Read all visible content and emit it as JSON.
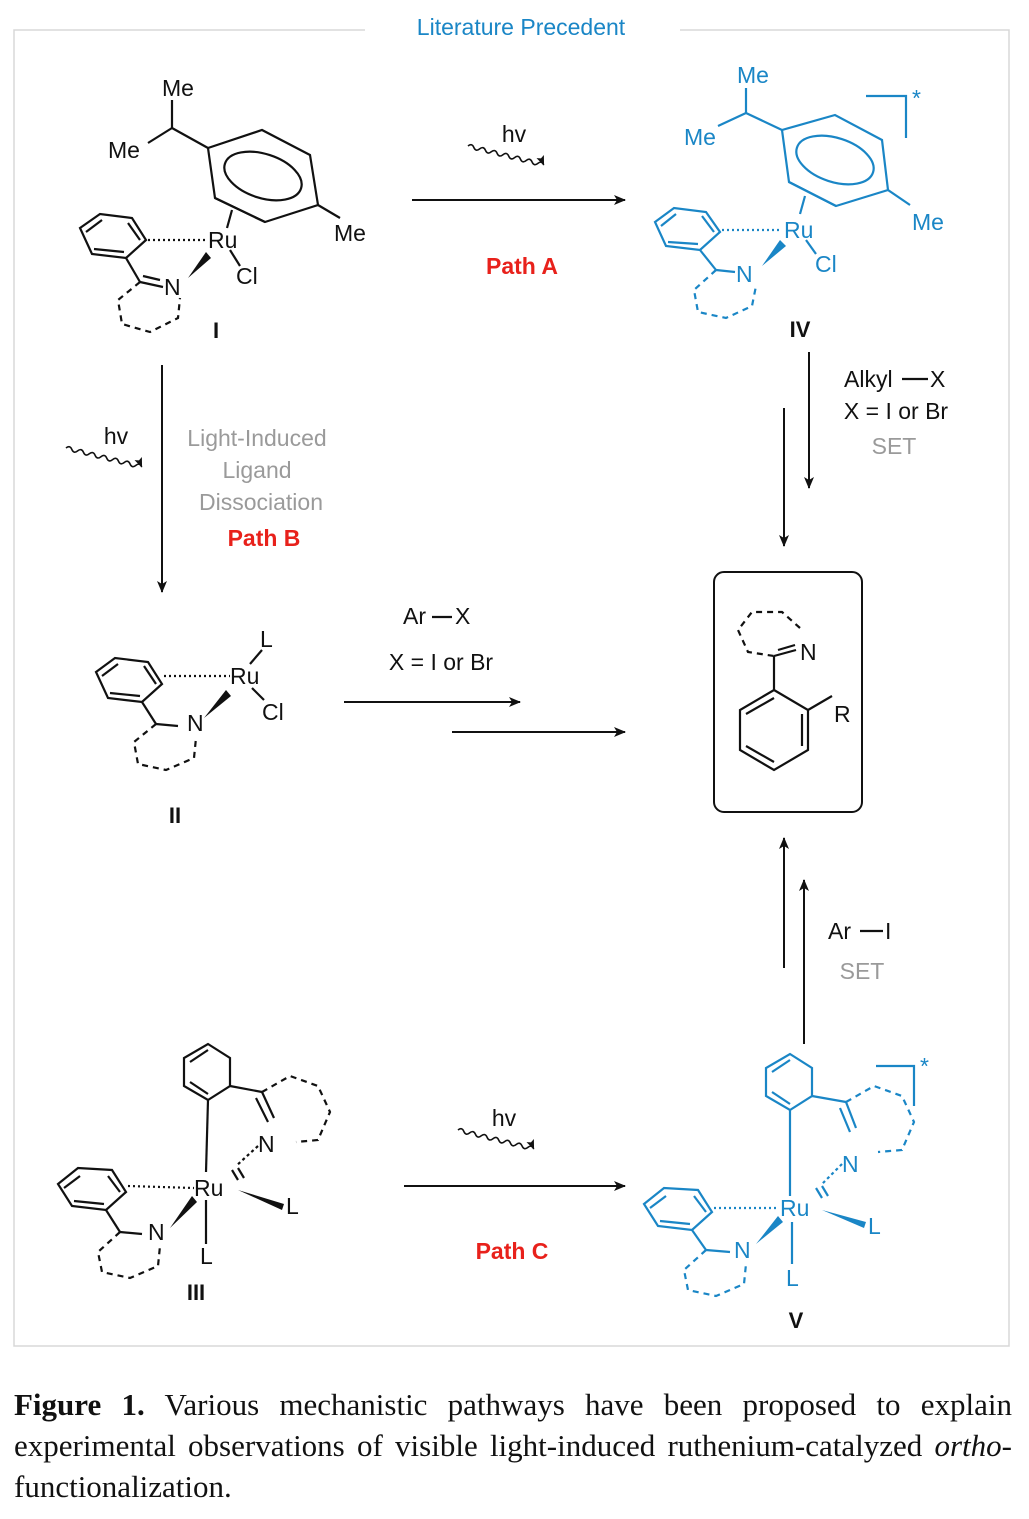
{
  "header": "Literature Precedent",
  "compounds": {
    "I": "I",
    "II": "II",
    "III": "III",
    "IV": "IV",
    "V": "V"
  },
  "atoms": {
    "me": "Me",
    "ru": "Ru",
    "cl": "Cl",
    "n": "N",
    "l": "L",
    "r": "R",
    "star": "*"
  },
  "paths": {
    "a": {
      "light": "hv",
      "label": "Path A"
    },
    "b": {
      "light": "hv",
      "desc": [
        "Light-Induced",
        "Ligand",
        "Dissociation"
      ],
      "label": "Path B"
    },
    "c": {
      "light": "hv",
      "label": "Path C"
    }
  },
  "reagents": {
    "alkyl": {
      "line1": "Alkyl",
      "line1_b": "X",
      "line2": "X = I or Br",
      "line3": "SET"
    },
    "aryl": {
      "line1": "Ar",
      "line1_b": "X",
      "line2": "X = I or Br"
    },
    "ari": {
      "line1": "Ar",
      "line1_b": "I",
      "line2": "SET"
    }
  },
  "colors": {
    "blue": "#1a86c6",
    "red": "#e8211b",
    "grey": "#9a9a9a"
  },
  "caption": {
    "figure_label": "Figure 1.",
    "text_before": "Various mechanistic pathways have been proposed to explain experimental observations of visible light-induced ruthenium-catalyzed ",
    "italic": "ortho",
    "text_after": "-functionalization."
  }
}
